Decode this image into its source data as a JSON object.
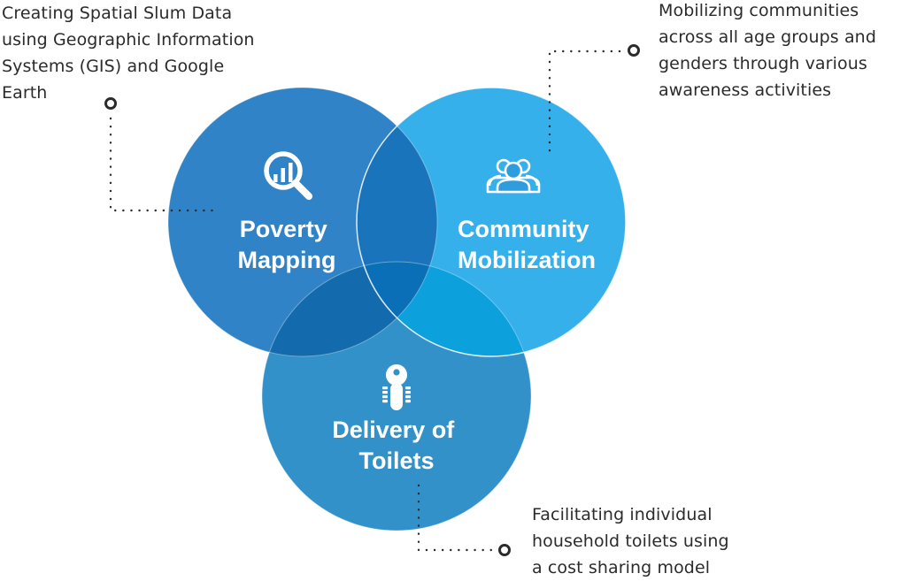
{
  "colors": {
    "poverty_circle": "#2f83c6",
    "community_circle": "#36b0ea",
    "delivery_circle": "#3391c9",
    "overlap_poverty_community": "#1a74bc",
    "overlap_poverty_delivery": "#136aac",
    "overlap_community_delivery": "#0ca0dd",
    "overlap_center": "#0a6fb6",
    "connector": "#2b2b2b",
    "text": "#2b2b2b"
  },
  "circles": {
    "poverty": {
      "label_lines": [
        "Poverty",
        "Mapping"
      ],
      "icon": "magnifier-chart-icon"
    },
    "community": {
      "label_lines": [
        "Community",
        "Mobilization"
      ],
      "icon": "people-group-icon"
    },
    "delivery": {
      "label_lines": [
        "Delivery of",
        "Toilets"
      ],
      "icon": "toilet-icon"
    }
  },
  "annotations": {
    "poverty": {
      "lines": [
        "Creating Spatial Slum Data",
        "using Geographic Information",
        "Systems (GIS) and Google",
        "Earth"
      ]
    },
    "community": {
      "lines": [
        "Mobilizing communities",
        "across all age groups and",
        "genders through various",
        "awareness activities"
      ]
    },
    "delivery": {
      "lines": [
        "Facilitating individual",
        "household toilets using",
        "a cost sharing model"
      ]
    }
  }
}
